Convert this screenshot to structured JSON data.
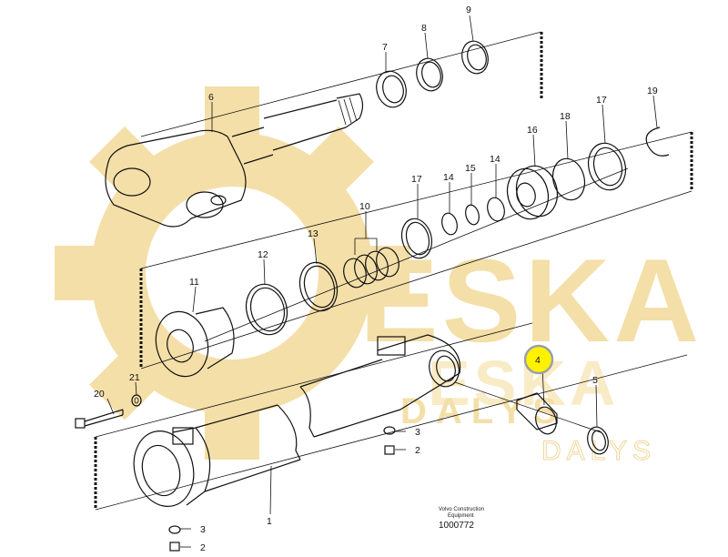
{
  "watermark": {
    "brand": "ESKA",
    "tagline": "DALYS",
    "color": "#f4dfa8"
  },
  "highlight_color": "#fff200",
  "caption": {
    "line1": "Volvo Construction",
    "line2": "Equipment",
    "drawing_number": "1000772"
  },
  "callouts": [
    {
      "id": "c1",
      "text": "1"
    },
    {
      "id": "c2a",
      "text": "2"
    },
    {
      "id": "c2b",
      "text": "2"
    },
    {
      "id": "c3a",
      "text": "3"
    },
    {
      "id": "c3b",
      "text": "3"
    },
    {
      "id": "c4",
      "text": "4"
    },
    {
      "id": "c5",
      "text": "5"
    },
    {
      "id": "c6",
      "text": "6"
    },
    {
      "id": "c7",
      "text": "7"
    },
    {
      "id": "c8",
      "text": "8"
    },
    {
      "id": "c9",
      "text": "9"
    },
    {
      "id": "c10",
      "text": "10"
    },
    {
      "id": "c11",
      "text": "11"
    },
    {
      "id": "c12",
      "text": "12"
    },
    {
      "id": "c13",
      "text": "13"
    },
    {
      "id": "c14a",
      "text": "14"
    },
    {
      "id": "c14b",
      "text": "14"
    },
    {
      "id": "c15",
      "text": "15"
    },
    {
      "id": "c16",
      "text": "16"
    },
    {
      "id": "c17a",
      "text": "17"
    },
    {
      "id": "c17b",
      "text": "17"
    },
    {
      "id": "c18",
      "text": "18"
    },
    {
      "id": "c19",
      "text": "19"
    },
    {
      "id": "c20",
      "text": "20"
    },
    {
      "id": "c21",
      "text": "21"
    }
  ]
}
